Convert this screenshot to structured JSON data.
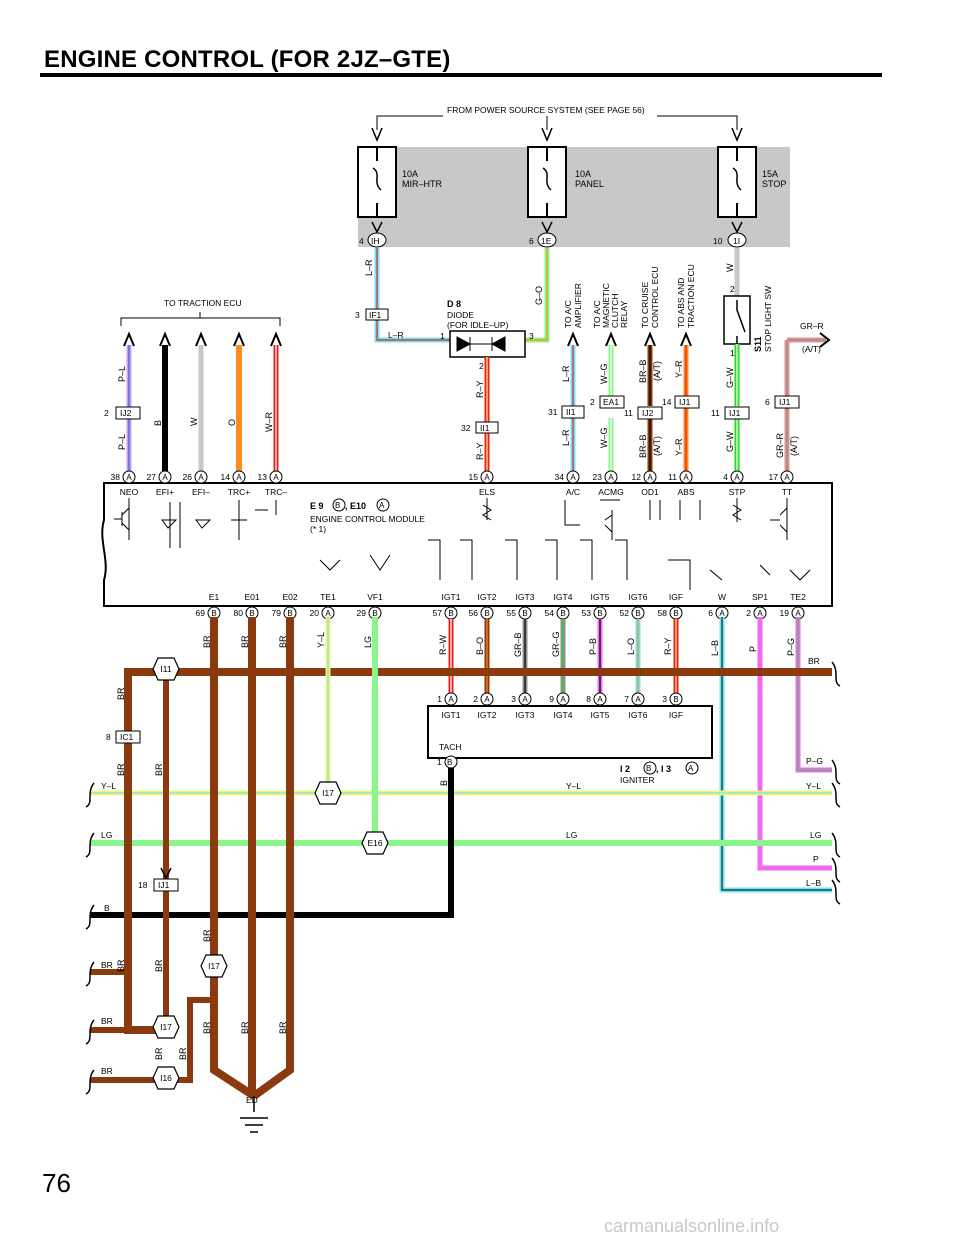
{
  "page_title": "ENGINE CONTROL (FOR 2JZ–GTE)",
  "page_number": "76",
  "watermark": "carmanualsonline.info",
  "top": {
    "power_source": "FROM POWER SOURCE SYSTEM (SEE PAGE 56)",
    "fuse1_amp": "10A",
    "fuse1_name": "MIR–HTR",
    "fuse2_amp": "10A",
    "fuse2_name": "PANEL",
    "fuse3_amp": "15A",
    "fuse3_name": "STOP",
    "conn_ih_pin": "4",
    "conn_ih": "IH",
    "conn_1e_pin": "6",
    "conn_1e": "1E",
    "conn_1i_pin": "10",
    "conn_1i": "1I",
    "traction_ecu": "TO TRACTION ECU",
    "diode_id": "D 8",
    "diode_name": "DIODE",
    "diode_sub": "(FOR IDLE–UP)",
    "diode_pin1": "1",
    "diode_pin2": "2",
    "diode_pin3": "3",
    "if1_pin": "3",
    "if1": "IF1",
    "ij2_pin": "2",
    "ij2": "IJ2",
    "ii1_32_pin": "32",
    "ii1": "II1",
    "ii1_31_pin": "31",
    "ea1_pin": "2",
    "ea1": "EA1",
    "ij2b_pin": "11",
    "ij1a_pin": "14",
    "ij1": "IJ1",
    "ij1b_pin": "11",
    "ij1c_pin": "6",
    "to_ac_amp_1": "TO A/C",
    "to_ac_amp_2": "AMPLIFIER",
    "to_ac_mag_1": "TO A/C",
    "to_ac_mag_2": "MAGNETIC",
    "to_ac_mag_3": "CLUTCH",
    "to_ac_mag_4": "RELAY",
    "to_cruise_1": "TO CRUISE",
    "to_cruise_2": "CONTROL ECU",
    "to_abs_1": "TO ABS AND",
    "to_abs_2": "TRACTION ECU",
    "s11_id": "S11",
    "s11_name": "STOP LIGHT SW",
    "sw_pin2": "2",
    "sw_pin1": "1",
    "at1": "(A/T)",
    "at2": "(A/T)",
    "at3": "(A/T)",
    "at4": "(A/T)"
  },
  "wires": {
    "l_r": "L–R",
    "l_r2": "L–R",
    "g_o": "G–O",
    "w": "W",
    "p_l_a": "P–L",
    "p_l_b": "P–L",
    "b": "B",
    "w2": "W",
    "o": "O",
    "w_r": "W–R",
    "r_y_a": "R–Y",
    "r_y_b": "R–Y",
    "l_r_31": "L–R",
    "l_r_34": "L–R",
    "w_g_a": "W–G",
    "w_g_b": "W–G",
    "br_b_a": "BR–B",
    "br_b_b": "BR–B",
    "y_r_a": "Y–R",
    "y_r_b": "Y–R",
    "g_w_a": "G–W",
    "g_w_b": "G–W",
    "gr_r_a": "GR–R",
    "gr_r_b": "GR–R",
    "br1": "BR",
    "br2": "BR",
    "br3": "BR",
    "y_l": "Y–L",
    "lg": "LG",
    "r_w": "R–W",
    "b_o": "B–O",
    "gr_b": "GR–B",
    "gr_g": "GR–G",
    "p_b": "P–B",
    "l_o": "L–O",
    "r_y2": "R–Y",
    "l_b": "L–B",
    "p": "P",
    "p_g": "P–G"
  },
  "ecm": {
    "id_e9": "E 9",
    "badge_b": "B",
    "id_e10": ", E10",
    "badge_a": "A",
    "name": "ENGINE CONTROL MODULE",
    "note": "(* 1)",
    "top_pins": [
      {
        "num": "38",
        "c": "A",
        "name": "NEO"
      },
      {
        "num": "27",
        "c": "A",
        "name": "EFI+"
      },
      {
        "num": "26",
        "c": "A",
        "name": "EFI–"
      },
      {
        "num": "14",
        "c": "A",
        "name": "TRC+"
      },
      {
        "num": "13",
        "c": "A",
        "name": "TRC–"
      },
      {
        "num": "15",
        "c": "A",
        "name": "ELS"
      },
      {
        "num": "34",
        "c": "A",
        "name": "A/C"
      },
      {
        "num": "23",
        "c": "A",
        "name": "ACMG"
      },
      {
        "num": "12",
        "c": "A",
        "name": "OD1"
      },
      {
        "num": "11",
        "c": "A",
        "name": "ABS"
      },
      {
        "num": "4",
        "c": "A",
        "name": "STP"
      },
      {
        "num": "17",
        "c": "A",
        "name": "TT"
      }
    ],
    "bottom_pins": [
      {
        "num": "69",
        "c": "B",
        "name": "E1"
      },
      {
        "num": "80",
        "c": "B",
        "name": "E01"
      },
      {
        "num": "79",
        "c": "B",
        "name": "E02"
      },
      {
        "num": "20",
        "c": "A",
        "name": "TE1"
      },
      {
        "num": "29",
        "c": "B",
        "name": "VF1"
      },
      {
        "num": "57",
        "c": "B",
        "name": "IGT1"
      },
      {
        "num": "56",
        "c": "B",
        "name": "IGT2"
      },
      {
        "num": "55",
        "c": "B",
        "name": "IGT3"
      },
      {
        "num": "54",
        "c": "B",
        "name": "IGT4"
      },
      {
        "num": "53",
        "c": "B",
        "name": "IGT5"
      },
      {
        "num": "52",
        "c": "B",
        "name": "IGT6"
      },
      {
        "num": "58",
        "c": "B",
        "name": "IGF"
      },
      {
        "num": "6",
        "c": "A",
        "name": "W"
      },
      {
        "num": "2",
        "c": "A",
        "name": "SP1"
      },
      {
        "num": "19",
        "c": "A",
        "name": "TE2"
      }
    ]
  },
  "igniter": {
    "id_i2": "I 2",
    "badge_b": "B",
    "id_i3": ", I 3",
    "badge_a": "A",
    "name": "IGNITER",
    "pins": [
      {
        "num": "1",
        "c": "A",
        "name": "IGT1"
      },
      {
        "num": "2",
        "c": "A",
        "name": "IGT2"
      },
      {
        "num": "3",
        "c": "A",
        "name": "IGT3"
      },
      {
        "num": "9",
        "c": "A",
        "name": "IGT4"
      },
      {
        "num": "8",
        "c": "A",
        "name": "IGT5"
      },
      {
        "num": "7",
        "c": "A",
        "name": "IGT6"
      },
      {
        "num": "3",
        "c": "B",
        "name": "IGF"
      }
    ],
    "tach_pin": "1",
    "tach_c": "B",
    "tach_name": "TACH"
  },
  "lower": {
    "i11": "I11",
    "ic1_pin": "8",
    "ic1": "IC1",
    "i17a": "I17",
    "e16": "E16",
    "ij1_pin": "18",
    "ij1": "IJ1",
    "i17b": "I17",
    "i17c": "I17",
    "i16": "I16",
    "ed": "ED",
    "br_left1": "BR",
    "br_left2": "BR",
    "br_left3": "BR",
    "br_v1": "BR",
    "br_v2": "BR",
    "br_v3": "BR",
    "br_v4": "BR",
    "br_v5": "BR",
    "br_e1": "BR",
    "br_e01": "BR",
    "br_e02": "BR",
    "br_e1b": "BR",
    "br_e01b": "BR",
    "br_e02b": "BR",
    "y_l_tel": "Y–L",
    "lg_vf": "LG",
    "b_tach": "B",
    "left_y_l": "Y–L",
    "left_lg": "LG",
    "left_b": "B",
    "left_br1": "BR",
    "left_br2": "BR",
    "left_br3": "BR",
    "mid_y_l": "Y–L",
    "mid_lg": "LG",
    "right_br": "BR",
    "right_p_g": "P–G",
    "right_y_l": "Y–L",
    "right_lg": "LG",
    "right_p": "P",
    "right_l_b": "L–B"
  },
  "colors": {
    "brown": "#8b3a0f",
    "lightgreen": "#8af58a",
    "cyan": "#6ee6f0",
    "magenta": "#f06af0",
    "orange": "#ff8c1a",
    "red": "#e82020",
    "yellow": "#f4f47a",
    "gray": "#c8c8c8"
  }
}
